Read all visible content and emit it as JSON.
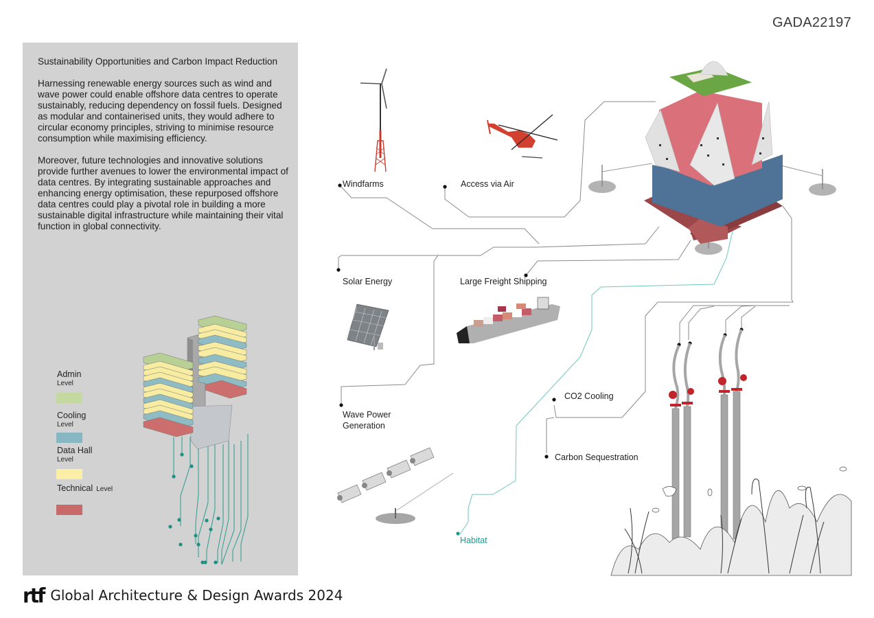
{
  "header": {
    "project_code": "GADA22197"
  },
  "panel": {
    "title": "Sustainability Opportunities and Carbon Impact Reduction",
    "paragraphs": [
      "Harnessing renewable energy sources such as wind and wave power could enable offshore data centres to operate sustainably, reducing dependency on fossil fuels. Designed as modular and containerised units, they would adhere to circular economy principles, striving to minimise resource consumption while maximising efficiency.",
      "Moreover, future technologies and innovative solutions provide further avenues to lower the environmental impact of data centres. By integrating sustainable approaches and enhancing energy optimisation, these repurposed offshore data centres could play a pivotal role in building a more sustainable digital infrastructure while maintaining their vital function in global connectivity."
    ],
    "legend": [
      {
        "label": "Admin",
        "sub": "Level",
        "color": "#c3d99f"
      },
      {
        "label": "Cooling",
        "sub": "Level",
        "color": "#86b7c2"
      },
      {
        "label": "Data Hall",
        "sub": "Level",
        "color": "#fbeea6"
      },
      {
        "label": "Technical",
        "sub": "Level",
        "color": "#c96a6a"
      }
    ]
  },
  "callouts": {
    "windfarms": "Windfarms",
    "access_air": "Access via Air",
    "solar": "Solar Energy",
    "freight": "Large Freight Shipping",
    "wave_line1": "Wave Power",
    "wave_line2": "Generation",
    "co2": "CO2 Cooling",
    "carbon": "Carbon Sequestration",
    "habitat": "Habitat"
  },
  "colors": {
    "panel_bg": "#d2d2d2",
    "habitat_teal": "#1f9a8c",
    "connector_gray": "#8a8a8a",
    "platform_red": "#b5595a",
    "platform_blue": "#4f7397",
    "roof_green": "#6aa744"
  },
  "footer": {
    "logo": "rtf",
    "text": "Global Architecture & Design Awards 2024"
  }
}
